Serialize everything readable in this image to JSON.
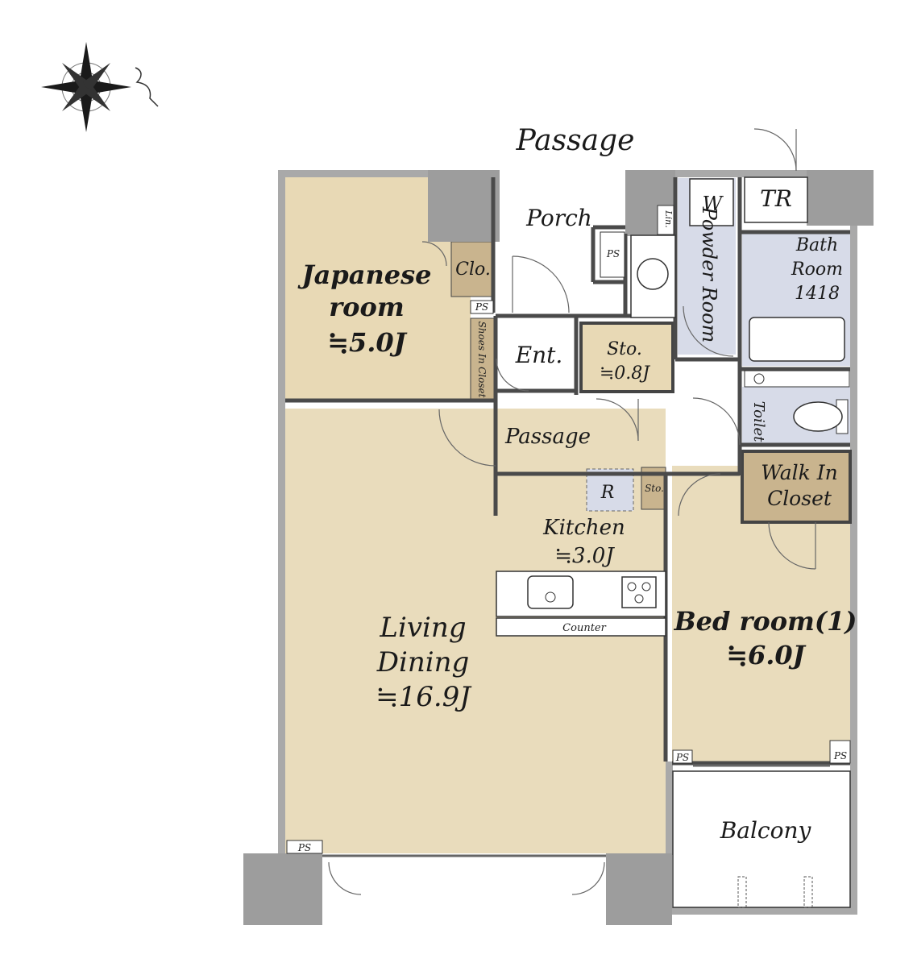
{
  "outside": {
    "passage_label": "Passage"
  },
  "rooms": {
    "japanese": {
      "name_line1": "Japanese",
      "name_line2": "room",
      "size": "≒5.0J"
    },
    "closet": "Clo.",
    "ps": "PS",
    "shoes_closet": "Shoes In Closet",
    "porch": "Porch",
    "entrance": "Ent.",
    "storage": {
      "name": "Sto.",
      "size": "≒0.8J"
    },
    "lin": "Lin.",
    "washer": "W",
    "trunk_room": "TR",
    "powder_room": "Powder Room",
    "bath": {
      "line1": "Bath",
      "line2": "Room",
      "line3": "1418"
    },
    "toilet": "Toilet",
    "inner_passage": "Passage",
    "walk_in": {
      "line1": "Walk In",
      "line2": "Closet"
    },
    "fridge": "R",
    "small_storage": "Sto.",
    "kitchen": {
      "name": "Kitchen",
      "size": "≒3.0J"
    },
    "counter": "Counter",
    "living": {
      "line1": "Living",
      "line2": "Dining",
      "size": "≒16.9J"
    },
    "bedroom": {
      "name": "Bed room(1)",
      "size": "≒6.0J"
    },
    "balcony": "Balcony"
  },
  "colors": {
    "tatami": "#e8d9b5",
    "floor": "#e9dcbc",
    "storage": "#c9b48e",
    "wet_area": "#d7dbe8",
    "wall": "#a9a9a9",
    "column": "#9d9d9d"
  },
  "icons": {
    "compass": "compass-rose-icon",
    "north": "north-arrow-icon"
  }
}
